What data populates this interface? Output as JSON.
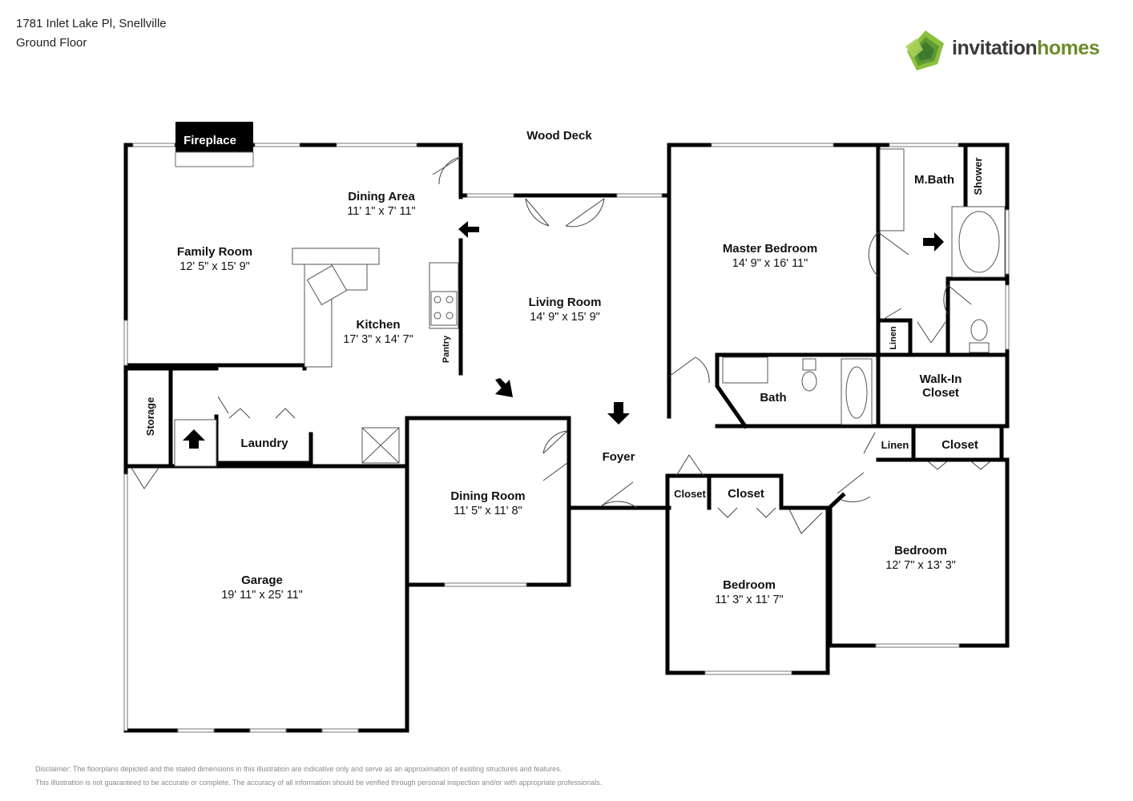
{
  "header": {
    "address": "1781 Inlet Lake Pl, Snellville",
    "floor": "Ground Floor"
  },
  "brand": {
    "name_part1": "invitation",
    "name_part2": "homes",
    "colors": {
      "green_dark": "#4e7a2a",
      "green_light": "#8cbf3f",
      "text": "#3a3a3a"
    }
  },
  "rooms": {
    "wood_deck": {
      "name": "Wood Deck"
    },
    "fireplace": {
      "name": "Fireplace"
    },
    "dining_area": {
      "name": "Dining Area",
      "dims": "11' 1\" x 7' 11\""
    },
    "family_room": {
      "name": "Family Room",
      "dims": "12' 5\" x 15' 9\""
    },
    "kitchen": {
      "name": "Kitchen",
      "dims": "17' 3\" x 14' 7\""
    },
    "pantry": {
      "name": "Pantry"
    },
    "living_room": {
      "name": "Living Room",
      "dims": "14' 9\" x 15' 9\""
    },
    "master_bedroom": {
      "name": "Master Bedroom",
      "dims": "14' 9\" x 16' 11\""
    },
    "master_bath": {
      "name": "M.Bath"
    },
    "shower": {
      "name": "Shower"
    },
    "linen_1": {
      "name": "Linen"
    },
    "walk_in_closet": {
      "name_line1": "Walk-In",
      "name_line2": "Closet"
    },
    "bath": {
      "name": "Bath"
    },
    "storage": {
      "name": "Storage"
    },
    "laundry": {
      "name": "Laundry"
    },
    "dining_room": {
      "name": "Dining Room",
      "dims": "11' 5\" x 11' 8\""
    },
    "foyer": {
      "name": "Foyer"
    },
    "closet_1": {
      "name": "Closet"
    },
    "closet_2": {
      "name": "Closet"
    },
    "linen_2": {
      "name": "Linen"
    },
    "closet_3": {
      "name": "Closet"
    },
    "garage": {
      "name": "Garage",
      "dims": "19' 11\" x 25' 11\""
    },
    "bedroom_1": {
      "name": "Bedroom",
      "dims": "11' 3\" x 11' 7\""
    },
    "bedroom_2": {
      "name": "Bedroom",
      "dims": "12' 7\" x 13' 3\""
    }
  },
  "disclaimer": {
    "line1": "Disclaimer: The floorplans depicted and the stated dimensions in this illustration are indicative only and serve as an approximation of existing structures and features.",
    "line2": "This illustration is not guaranteed to be accurate or complete. The accuracy of all information should be verified through personal inspection and/or with appropriate professionals."
  }
}
